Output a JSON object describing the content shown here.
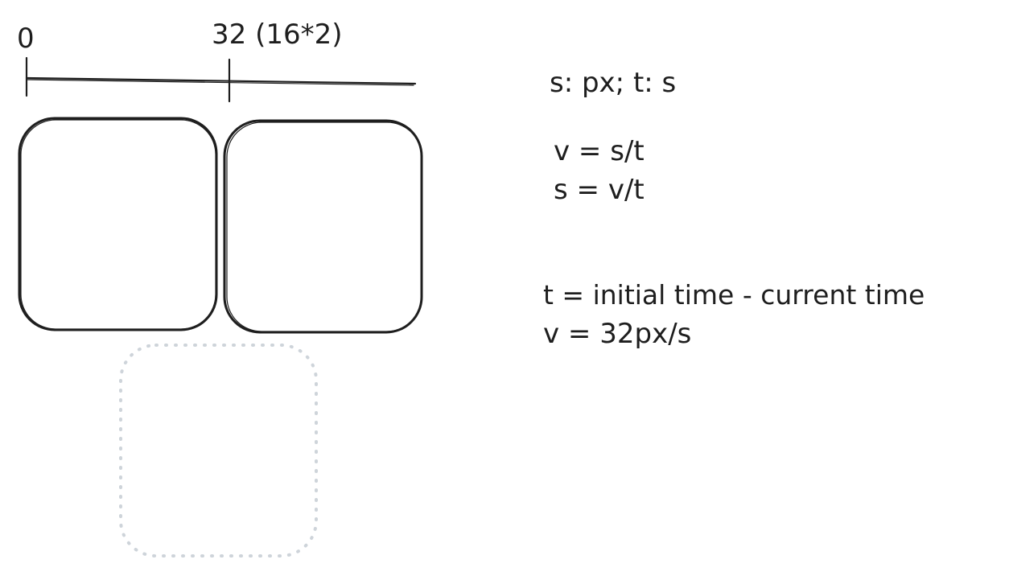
{
  "ruler": {
    "start_label": "0",
    "end_label": "32 (16*2)"
  },
  "notes": {
    "units": "s: px; t: s",
    "velocity_formula": "v = s/t",
    "distance_formula": "s = v/t",
    "time_definition": "t = initial time - current time",
    "velocity_value": "v = 32px/s"
  },
  "colors": {
    "stroke": "#1e1e1e",
    "ghost_stroke": "#ced4da",
    "background": "#ffffff"
  }
}
